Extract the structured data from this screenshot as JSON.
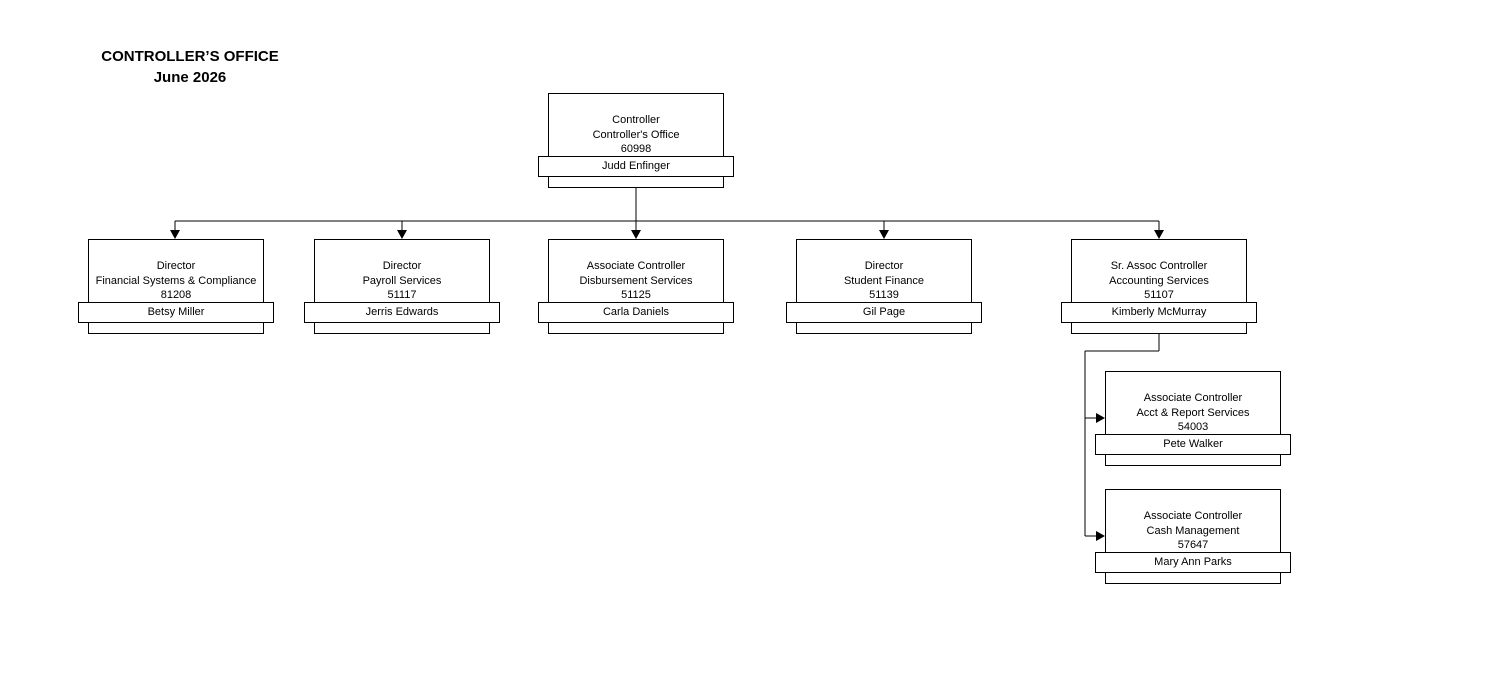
{
  "header": {
    "title": "CONTROLLER’S OFFICE",
    "date": "June 2026"
  },
  "nodes": [
    {
      "title": "Controller",
      "department": "Controller's Office",
      "number": "60998",
      "name": "Judd Enfinger"
    },
    {
      "title": "Director",
      "department": "Financial Systems & Compliance",
      "number": "81208",
      "name": "Betsy Miller"
    },
    {
      "title": "Director",
      "department": "Payroll Services",
      "number": "51117",
      "name": "Jerris Edwards"
    },
    {
      "title": "Associate Controller",
      "department": "Disbursement Services",
      "number": "51125",
      "name": "Carla Daniels"
    },
    {
      "title": "Director",
      "department": "Student Finance",
      "number": "51139",
      "name": "Gil Page"
    },
    {
      "title": "Sr. Assoc Controller",
      "department": "Accounting Services",
      "number": "51107",
      "name": "Kimberly McMurray"
    },
    {
      "title": "Associate Controller",
      "department": "Acct & Report Services",
      "number": "54003",
      "name": "Pete Walker"
    },
    {
      "title": "Associate Controller",
      "department": "Cash Management",
      "number": "57647",
      "name": "Mary Ann Parks"
    }
  ]
}
